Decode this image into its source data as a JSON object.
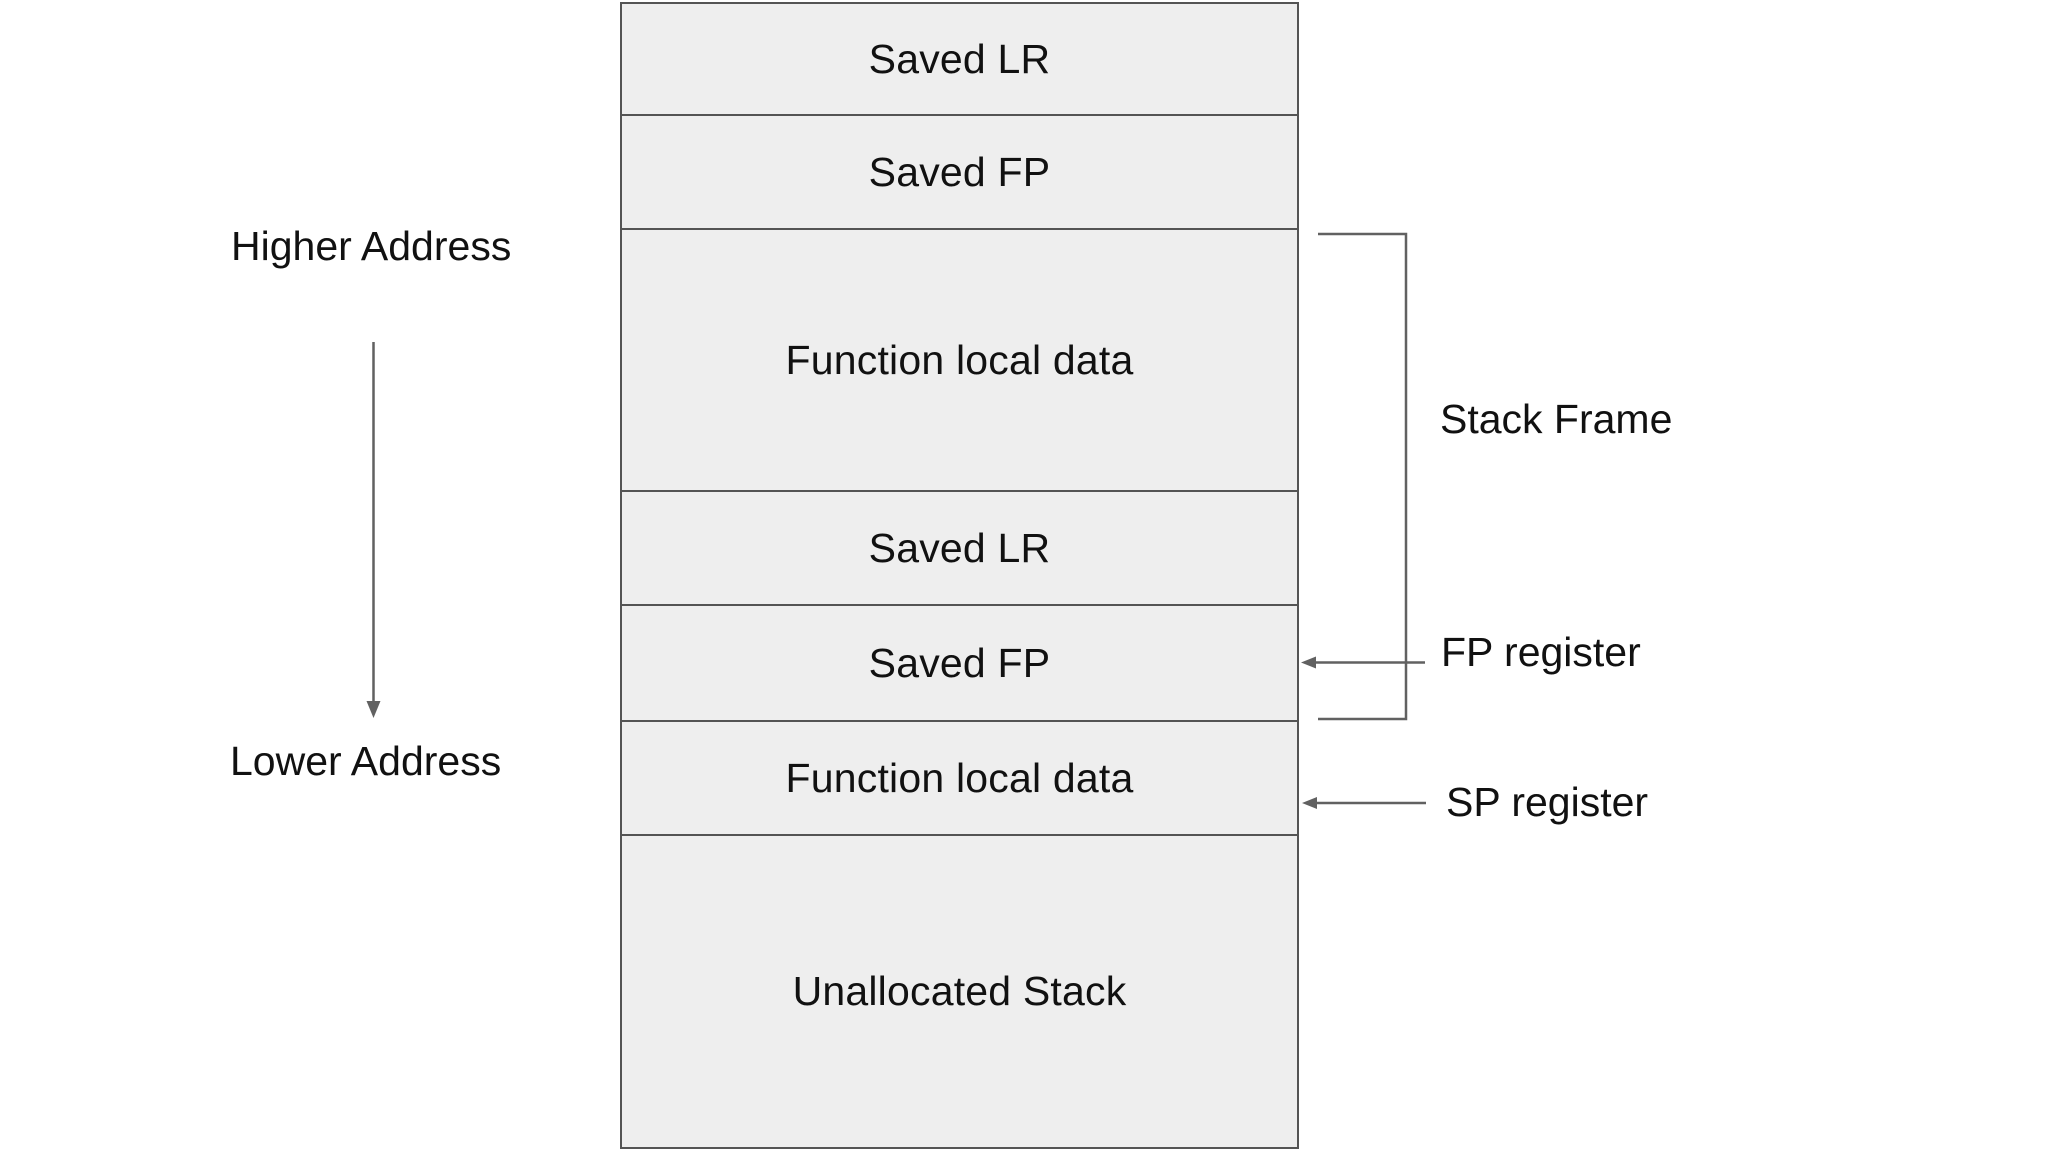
{
  "stack": {
    "rows": [
      {
        "label": "Saved LR"
      },
      {
        "label": "Saved FP"
      },
      {
        "label": "Function local data"
      },
      {
        "label": "Saved LR"
      },
      {
        "label": "Saved FP"
      },
      {
        "label": "Function local data"
      },
      {
        "label": "Unallocated Stack"
      }
    ]
  },
  "labels": {
    "higher_address": "Higher Address",
    "lower_address": "Lower Address",
    "stack_frame": "Stack Frame",
    "fp_register": "FP register",
    "sp_register": "SP register"
  },
  "colors": {
    "box_fill": "#eeeeee",
    "box_border": "#545454",
    "line": "#616161",
    "text": "#111111",
    "bg": "#ffffff"
  }
}
